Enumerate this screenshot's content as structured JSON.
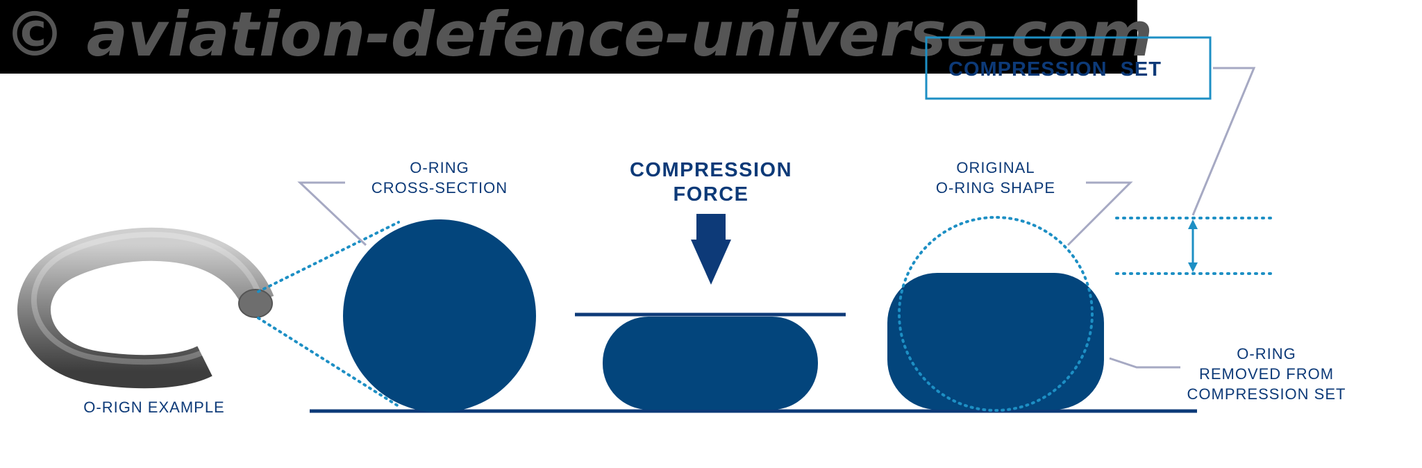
{
  "watermark": {
    "text": "© aviation-defence-universe.com"
  },
  "header": {
    "title_part1": "COMPRESSION",
    "title_part2": "SET"
  },
  "labels": {
    "oring_example": "O-RIGN EXAMPLE",
    "cross_section_line1": "O-RING",
    "cross_section_line2": "CROSS-SECTION",
    "compression_force_line1": "COMPRESSION",
    "compression_force_line2": "FORCE",
    "original_shape_line1": "ORIGINAL",
    "original_shape_line2": "O-RING SHAPE",
    "removed_line1": "O-RING",
    "removed_line2": "REMOVED FROM",
    "removed_line3": "COMPRESSION SET"
  },
  "colors": {
    "navy": "#0d3a78",
    "shape_blue": "#03457c",
    "cyan": "#1d8fc4",
    "leader_gray": "#a6a9c3",
    "watermark_bg": "#000000"
  }
}
